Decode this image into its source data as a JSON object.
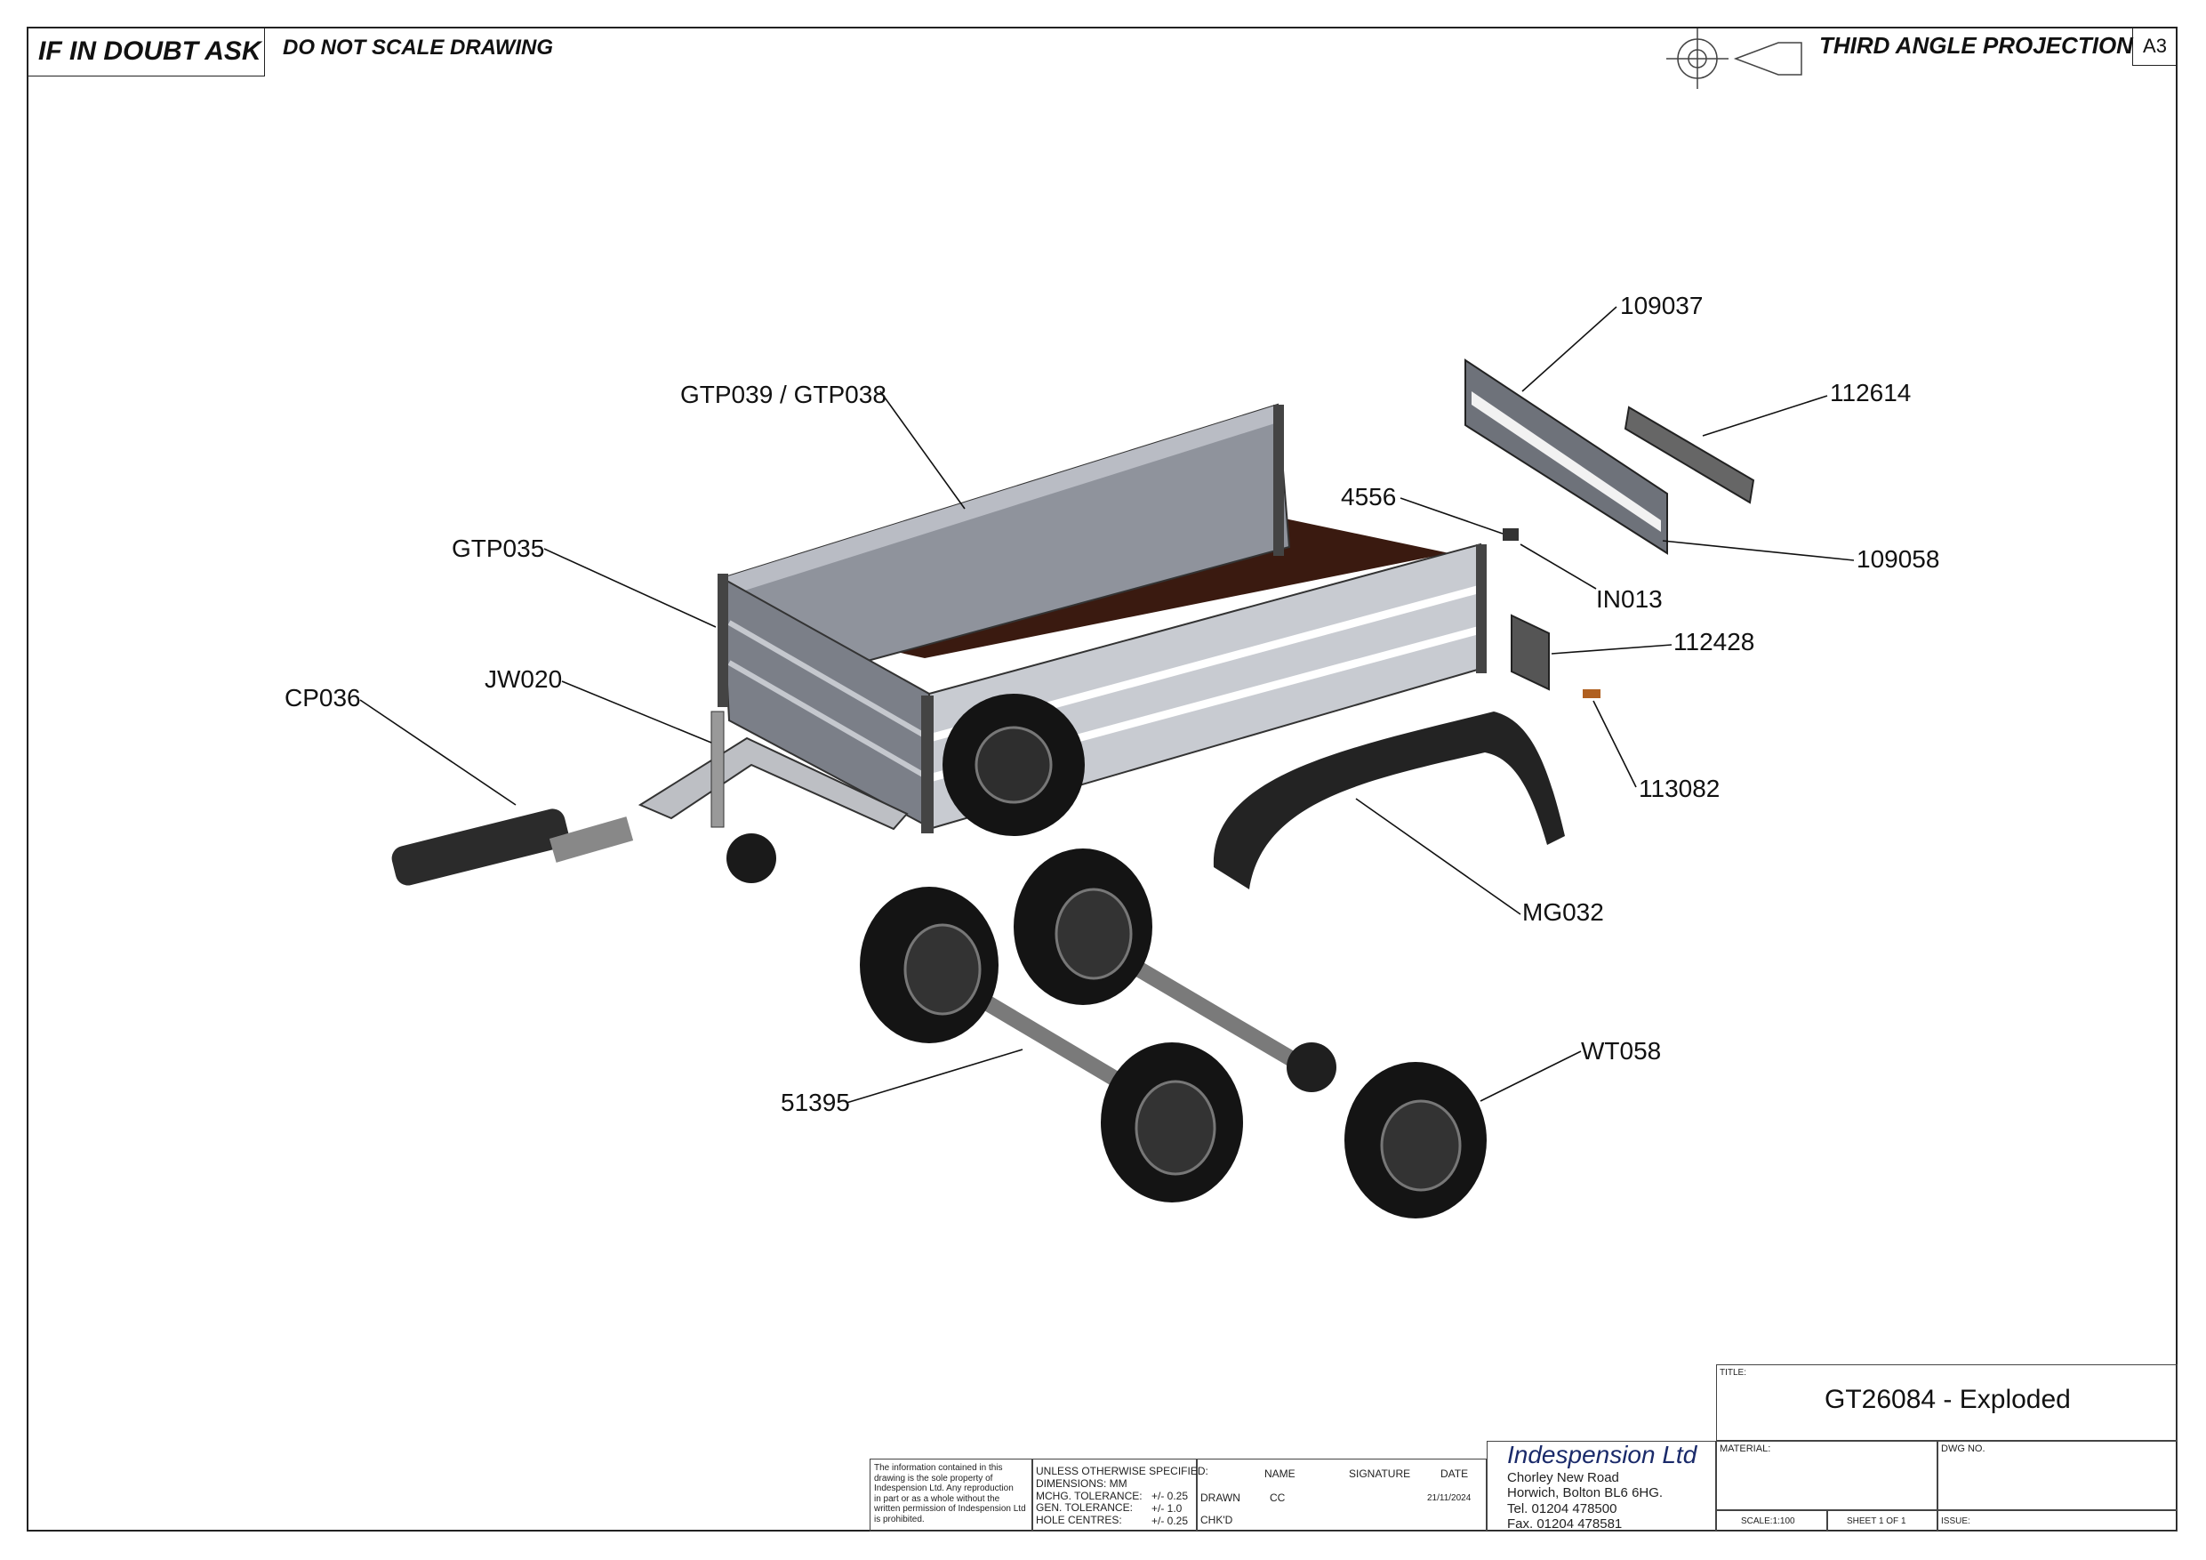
{
  "header": {
    "doubt": "IF IN DOUBT ASK",
    "noscale": "DO NOT SCALE DRAWING",
    "projection": "THIRD ANGLE PROJECTION",
    "sheet_size": "A3"
  },
  "callouts": {
    "c109037": "109037",
    "c112614": "112614",
    "c109058": "109058",
    "cGTP039": "GTP039 / GTP038",
    "c4556": "4556",
    "cIN013": "IN013",
    "c112428": "112428",
    "cGTP035": "GTP035",
    "cJW020": "JW020",
    "cCP036": "CP036",
    "c113082": "113082",
    "cMG032": "MG032",
    "cWT058": "WT058",
    "c51395": "51395"
  },
  "title_block": {
    "title_label": "TITLE:",
    "title": "GT26084 - Exploded",
    "material_label": "MATERIAL:",
    "dwg_label": "DWG NO.",
    "scale": "SCALE:1:100",
    "sheet": "SHEET 1 OF 1",
    "issue": "ISSUE:",
    "company": "Indespension Ltd",
    "addr1": "Chorley New Road",
    "addr2": "Horwich, Bolton BL6 6HG.",
    "tel": "Tel. 01204 478500",
    "fax": "Fax. 01204 478581",
    "col_name": "NAME",
    "col_sig": "SIGNATURE",
    "col_date": "DATE",
    "drawn": "DRAWN",
    "drawn_name": "CC",
    "drawn_date": "21/11/2024",
    "chkd": "CHK'D",
    "unless": "UNLESS OTHERWISE SPECIFIED:",
    "dims": "DIMENSIONS: MM",
    "mchg": "MCHG. TOLERANCE:",
    "mchg_v": "+/- 0.25",
    "gen": "GEN. TOLERANCE:",
    "gen_v": "+/- 1.0",
    "hole": "HOLE CENTRES:",
    "hole_v": "+/- 0.25",
    "notice1": "The information contained in this",
    "notice2": "drawing is the sole property of",
    "notice3": "Indespension Ltd. Any reproduction",
    "notice4": "in part or as a whole without the",
    "notice5": "written permission of Indespension Ltd",
    "notice6": "is prohibited."
  },
  "colors": {
    "deck": "#3a1a10",
    "panel": "#8f939c",
    "tyre": "#141414",
    "line": "#111111"
  }
}
